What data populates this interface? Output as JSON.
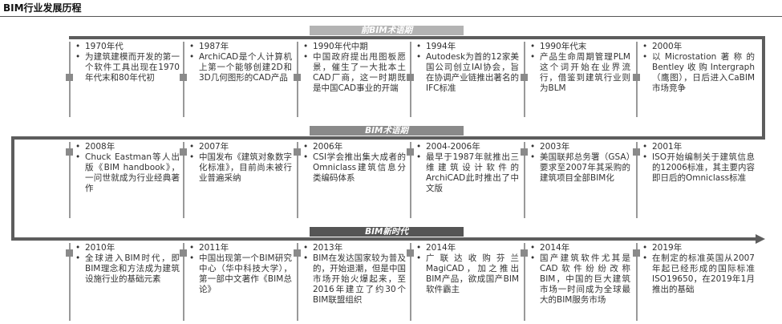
{
  "title": "BIM行业发展历程",
  "eras": [
    "前BIM术语期",
    "BIM术语期",
    "BIM新时代"
  ],
  "bullet": "•",
  "rows": [
    [
      {
        "year": "1970年代",
        "text": "为建筑建模而开发的第一个软件工具出现在1970年代末和80年代初"
      },
      {
        "year": "1987年",
        "text": "ArchiCAD是个人计算机上第一个能够创建2D和3D几何图形的CAD产品"
      },
      {
        "year": "1990年代中期",
        "text": "中国政府提出甩图板愿景，催生了一大批本土CAD厂商，这一时期既是中国CAD事业的开端"
      },
      {
        "year": "1994年",
        "text": "Autodesk为首的12家美国公司创立IAI协会，旨在协调产业链推出著名的IFC标准"
      },
      {
        "year": "1990年代末",
        "text": "产品生命周期管理PLM这个词开始在业界流行，借鉴到建筑行业则为BLM"
      },
      {
        "year": "2000年",
        "text": "以Microstation著称的Bentley收购Intergraph（鹰图），日后进入CaBIM市场竞争"
      }
    ],
    [
      {
        "year": "2008年",
        "text": "Chuck Eastman等人出版《BIM handbook》，一问世就成为行业经典著作"
      },
      {
        "year": "2007年",
        "text": "中国发布《建筑对象数字化标准》，目前尚未被行业普遍采纳"
      },
      {
        "year": "2006年",
        "text": "CSI学会推出集大成者的Omniclass建筑信息分类编码体系"
      },
      {
        "year": "2004-2006年",
        "text": "最早于1987年就推出三维建筑设计软件的ArchiCAD此时推出了中文版"
      },
      {
        "year": "2003年",
        "text": "美国联邦总务署（GSA）要求至2007年其采购的建筑项目全部BIM化"
      },
      {
        "year": "2001年",
        "text": "ISO开始编制关于建筑信息的12006标准，其主要内容即日后的Omniclass标准"
      }
    ],
    [
      {
        "year": "2010年",
        "text": "全球进入BIM时代，即BIM理念和方法成为建筑设施行业的基础元素"
      },
      {
        "year": "2011年",
        "text": "中国出现第一个BIM研究中心（华中科技大学），第一部中文著作《BIM总论》"
      },
      {
        "year": "2013年",
        "text": "BIM在发达国家较为普及的，开始退潮，但是中国市场开始火爆起来，至2016年建立了约30个BIM联盟组织"
      },
      {
        "year": "2014年",
        "text": "广联达收购芬兰MagiCAD，加之推出BIM产品，欲成国产BIM软件霸主"
      },
      {
        "year": "2014年",
        "text": "国产建筑软件尤其是CAD软件纷纷改称BIM，中国的巨大建筑市场一时间成为全球最大的BIM服务市场"
      },
      {
        "year": "2019年",
        "text": "在制定的标准英国从2007年起已经形成的国际标准ISO19650，在2019年1月推出的基础"
      }
    ]
  ]
}
